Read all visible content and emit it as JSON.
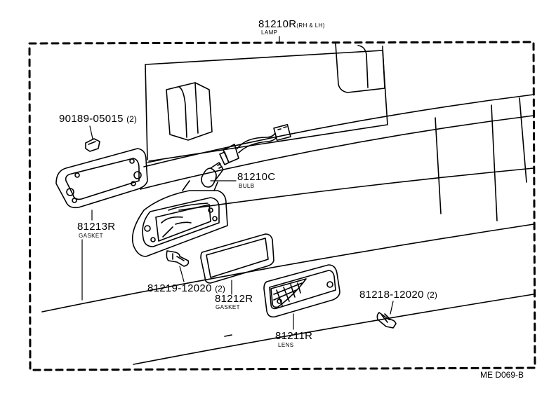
{
  "diagram": {
    "code": "ME D069-B",
    "parts": {
      "lamp": {
        "number": "81210R",
        "suffix": "(RH & LH)",
        "name": "LAMP"
      },
      "bulb": {
        "number": "81210C",
        "name": "BULB"
      },
      "clip": {
        "number": "90189-05015",
        "qty": "(2)"
      },
      "gasket_rear": {
        "number": "81213R",
        "name": "GASKET"
      },
      "screw_left": {
        "number": "81219-12020",
        "qty": "(2)"
      },
      "gasket_lens": {
        "number": "81212R",
        "name": "GASKET"
      },
      "lens": {
        "number": "81211R",
        "name": "LENS"
      },
      "screw_right": {
        "number": "81218-12020",
        "qty": "(2)"
      }
    }
  }
}
